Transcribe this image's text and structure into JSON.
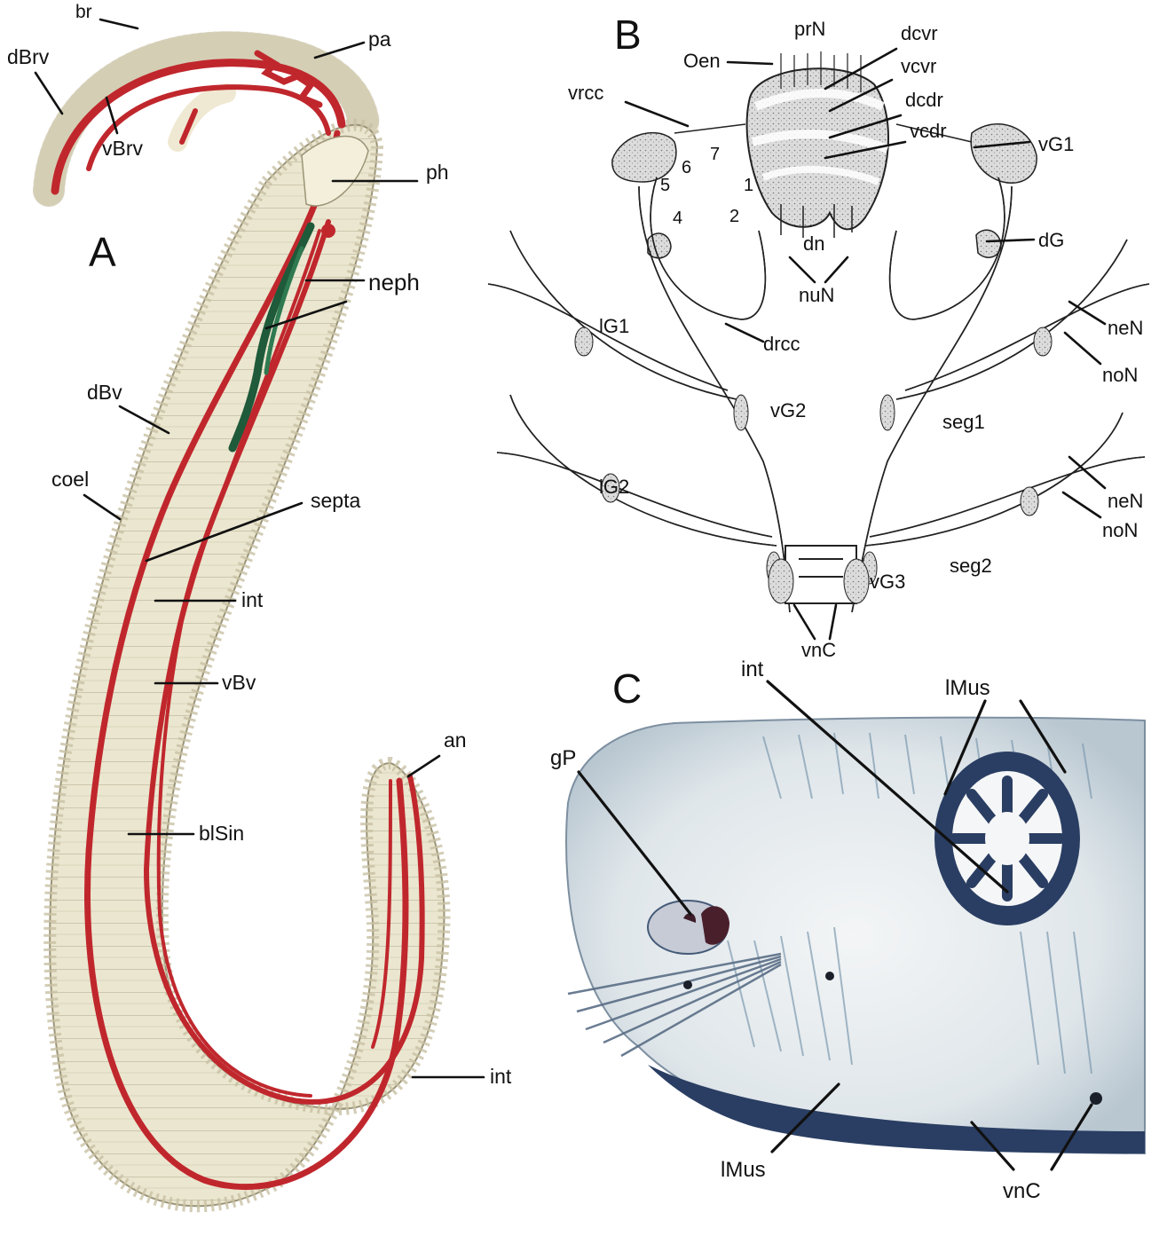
{
  "figure": {
    "panels": [
      {
        "id": "A",
        "letter": "A"
      },
      {
        "id": "B",
        "letter": "B"
      },
      {
        "id": "C",
        "letter": "C"
      }
    ],
    "panelA": {
      "labels": {
        "br": "br",
        "dBrv": "dBrv",
        "vBrv": "vBrv",
        "pa": "pa",
        "ph": "ph",
        "neph": "neph",
        "dBv": "dBv",
        "coel": "coel",
        "septa": "septa",
        "int1": "int",
        "vBv": "vBv",
        "an": "an",
        "blSin": "blSin",
        "int2": "int"
      }
    },
    "panelB": {
      "labels": {
        "prN": "prN",
        "dcvr": "dcvr",
        "Oen": "Oen",
        "vcvr": "vcvr",
        "dcdr": "dcdr",
        "vrcc": "vrcc",
        "vcdr": "vcdr",
        "vG1": "vG1",
        "n7": "7",
        "n6": "6",
        "n5": "5",
        "n1": "1",
        "n4": "4",
        "n2": "2",
        "dn": "dn",
        "dG": "dG",
        "nuN": "nuN",
        "lG1": "lG1",
        "drcc": "drcc",
        "neN1": "neN",
        "noN1": "noN",
        "vG2": "vG2",
        "seg1": "seg1",
        "lG2": "lG2",
        "neN2": "neN",
        "noN2": "noN",
        "seg2": "seg2",
        "vG3": "vG3",
        "vnC": "vnC"
      }
    },
    "panelC": {
      "labels": {
        "int": "int",
        "lMus1": "lMus",
        "gP": "gP",
        "lMus2": "lMus",
        "vnC": "vnC"
      }
    },
    "colors": {
      "vessel_red": "#c0272d",
      "nephridium_green": "#1f5a3a",
      "body_cream": "#ebe6cf",
      "stain_blue": "#2a3e63",
      "tissue_pale": "#e9edf0"
    }
  }
}
